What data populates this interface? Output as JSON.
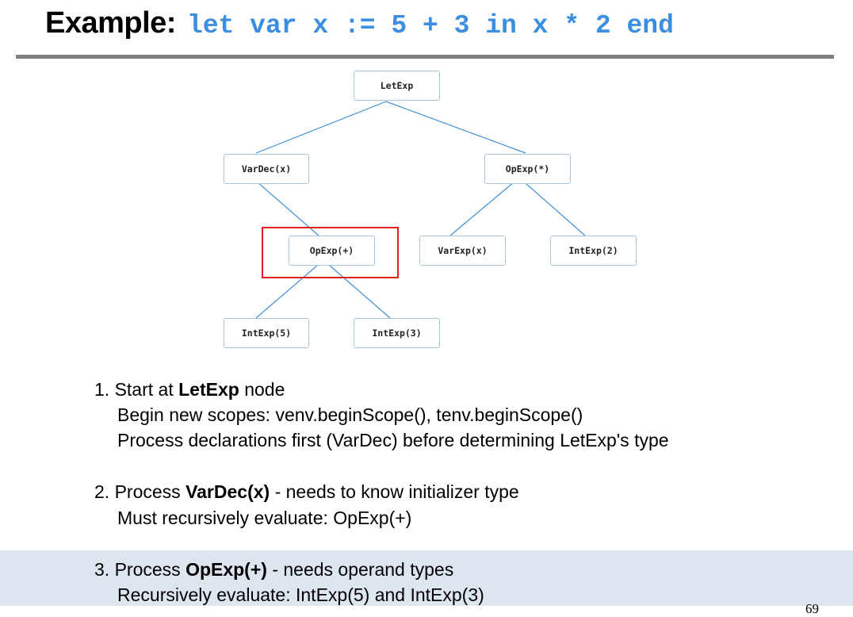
{
  "header": {
    "title_label": "Example:",
    "title_code": "let var x := 5 + 3 in x * 2 end"
  },
  "tree": {
    "nodes": {
      "root": "LetExp",
      "vardec": "VarDec(x)",
      "opexp_mul": "OpExp(*)",
      "opexp_add": "OpExp(+)",
      "varexp": "VarExp(x)",
      "intexp2": "IntExp(2)",
      "intexp5": "IntExp(5)",
      "intexp3": "IntExp(3)"
    },
    "highlighted_node": "OpExp(+)",
    "colors": {
      "edge": "#3f8ed8",
      "highlight": "#e0201b",
      "node_border": "#a9c4d8"
    }
  },
  "steps": [
    {
      "num": "1.",
      "prefix": "Start at ",
      "bold": "LetExp",
      "suffix": " node",
      "lines": [
        "Begin new scopes: venv.beginScope(), tenv.beginScope()",
        "Process declarations first (VarDec) before determining LetExp's type"
      ]
    },
    {
      "num": "2.",
      "prefix": "Process ",
      "bold": "VarDec(x)",
      "suffix": " - needs to know initializer type",
      "lines": [
        "Must recursively evaluate: OpExp(+)"
      ]
    },
    {
      "num": "3.",
      "prefix": "Process ",
      "bold": "OpExp(+)",
      "suffix": " - needs operand types",
      "lines": [
        "Recursively evaluate: IntExp(5) and IntExp(3)"
      ]
    }
  ],
  "page_number": "69",
  "colors": {
    "title_code": "#3b8ee0",
    "rule": "#7f7f7f",
    "active_step_bg": "#dde5ef"
  }
}
